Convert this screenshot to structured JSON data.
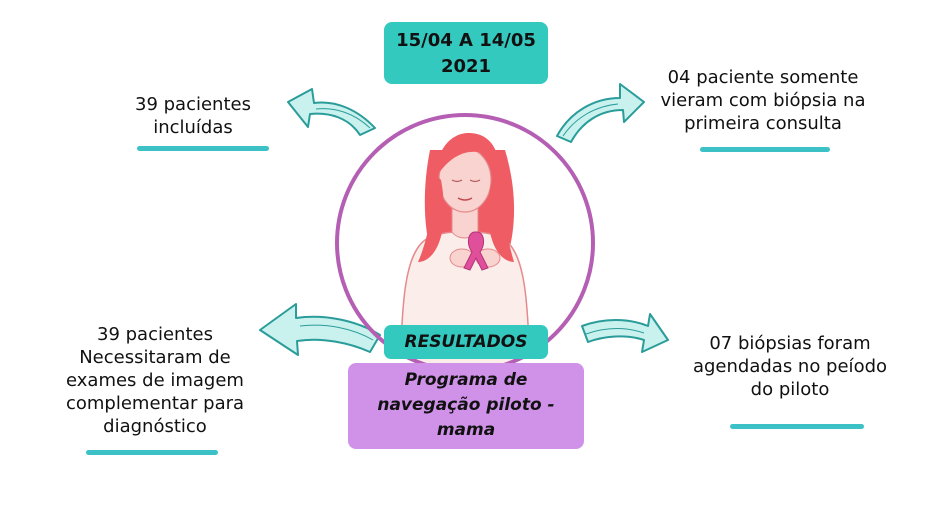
{
  "period": {
    "line1": "15/04 A 14/05",
    "line2": "2021"
  },
  "notes": {
    "top_left": {
      "line1": "39 pacientes",
      "line2": "incluídas"
    },
    "top_right": {
      "line1": "04 paciente somente",
      "line2": "vieram com biópsia na",
      "line3": "primeira consulta"
    },
    "bottom_left": {
      "line1": "39 pacientes",
      "line2": "Necessitaram de",
      "line3": "exames de imagem",
      "line4": "complementar para",
      "line5": "diagnóstico"
    },
    "bottom_right": {
      "line1": "07 biópsias foram",
      "line2": "agendadas no peíodo",
      "line3": "do piloto"
    }
  },
  "center": {
    "result_label": "RESULTADOS",
    "program": {
      "line1": "Programa de",
      "line2": "navegação piloto -",
      "line3": "mama"
    }
  },
  "colors": {
    "teal": "#34c9bf",
    "purple_ring": "#b55fb4",
    "purple_badge": "#cf92e8",
    "arrow_fill": "#c9f1ee",
    "arrow_stroke": "#2a9c9a",
    "hair": "#ef5c63"
  },
  "icons": {
    "figure": "woman-with-pink-ribbon-illustration",
    "arrow": "curved-arrow-icon"
  }
}
